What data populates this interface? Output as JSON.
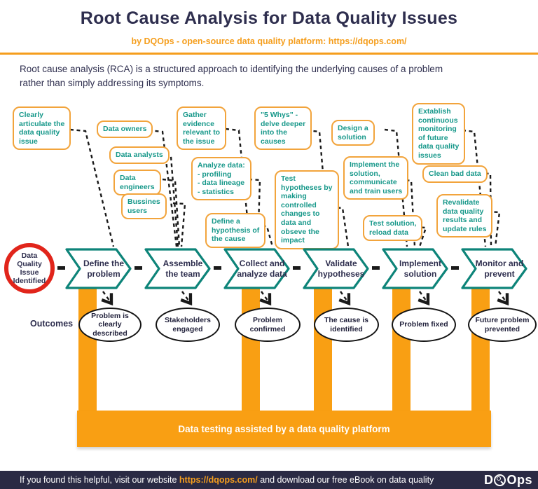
{
  "header": {
    "title": "Root Cause Analysis for Data Quality Issues",
    "subtitle_prefix": "by DQOps - open-source data quality platform: ",
    "subtitle_link": "https://dqops.com/",
    "description": "Root cause analysis (RCA) is a structured approach to identifying the underlying causes of a problem\nrather than simply addressing its symptoms."
  },
  "start_node": {
    "label": "Data Quality\nIssue\nIdentified"
  },
  "outcomes_label": "Outcomes",
  "steps": [
    {
      "label": "Define the\nproblem",
      "outcome": "Problem is\nclearly\ndescribed",
      "callouts": [
        {
          "text": "Clearly\narticulate the\ndata quality\nissue"
        }
      ]
    },
    {
      "label": "Assemble\nthe team",
      "outcome": "Stakeholders\nengaged",
      "callouts": [
        {
          "text": "Data owners"
        },
        {
          "text": "Data analysts"
        },
        {
          "text": "Data\nengineers"
        },
        {
          "text": "Bussines\nusers"
        }
      ]
    },
    {
      "label": "Collect and\nanalyze data",
      "outcome": "Problem\nconfirmed",
      "callouts": [
        {
          "text": "Gather\nevidence\nrelevant to\nthe issue"
        },
        {
          "text": "Analyze data:\n- profiling\n- data lineage\n- statistics"
        },
        {
          "text": "Define a\nhypothesis of\nthe cause"
        }
      ]
    },
    {
      "label": "Validate\nhypotheses",
      "outcome": "The cause is\nidentified",
      "callouts": [
        {
          "text": "\"5 Whys\" -\ndelve deeper\ninto the\ncauses"
        },
        {
          "text": "Test\nhypotheses by\nmaking\ncontrolled\nchanges to\ndata and\nobseve the\nimpact"
        }
      ]
    },
    {
      "label": "Implement\nsolution",
      "outcome": "Problem fixed",
      "callouts": [
        {
          "text": "Design a\nsolution"
        },
        {
          "text": "Implement the\nsolution,\ncommunicate\nand train users"
        },
        {
          "text": "Test solution,\nreload data"
        }
      ]
    },
    {
      "label": "Monitor and\nprevent",
      "outcome": "Future problem\nprevented",
      "callouts": [
        {
          "text": "Extablish\ncontinuous\nmonitoring\nof future\ndata quality\nissues"
        },
        {
          "text": "Clean bad data"
        },
        {
          "text": "Revalidate\ndata quality\nresults and\nupdate rules"
        }
      ]
    }
  ],
  "platform_bar": {
    "label": "Data testing assisted by a data quality platform"
  },
  "footer": {
    "text_prefix": "If you found this helpful, visit our website ",
    "link": "https://dqops.com/",
    "text_suffix": " and download our free eBook on data quality",
    "logo_d": "D",
    "logo_ops": "Ops"
  },
  "colors": {
    "orange": "#f99f13",
    "orange_border": "#f2a43c",
    "teal_text": "#17988a",
    "teal_stroke": "#0d8479",
    "navy": "#2e2e4e",
    "red": "#e1251b",
    "footer_bg": "#2a2a44",
    "connector_black": "#1a1a1a"
  }
}
